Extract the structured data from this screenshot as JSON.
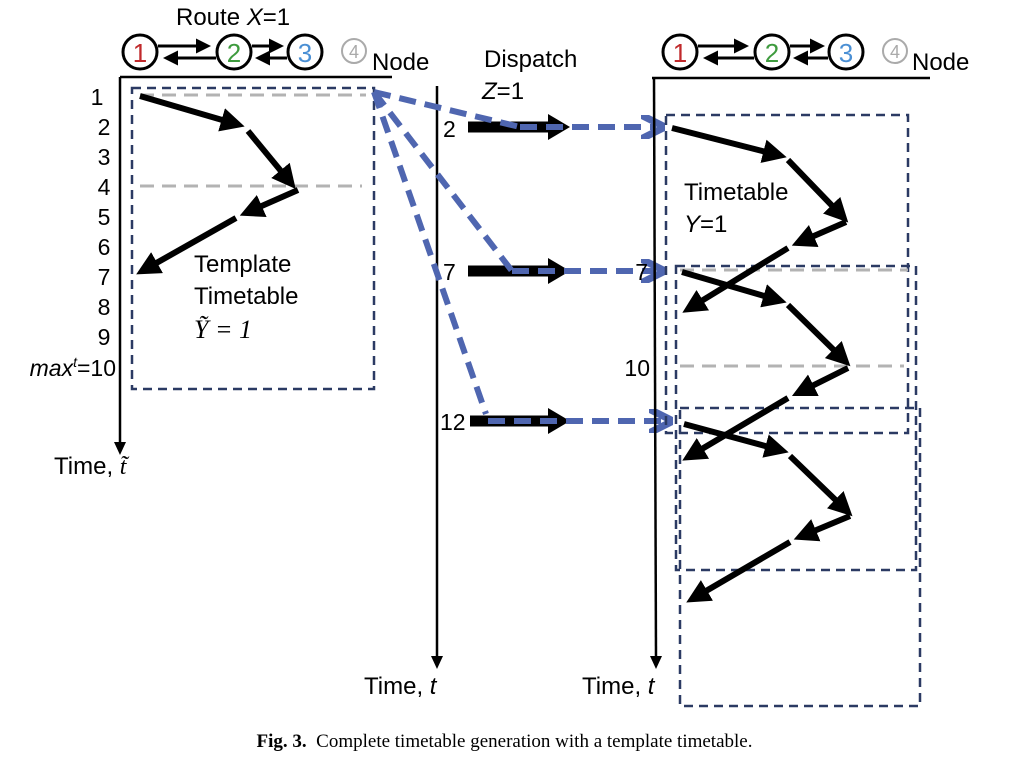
{
  "figure": {
    "route_title_prefix": "Route ",
    "route_title_var": "X",
    "route_title_eq": "=1",
    "node_label": "Node",
    "nodes": [
      {
        "label": "1",
        "color": "#c0292b"
      },
      {
        "label": "2",
        "color": "#3e9b3e"
      },
      {
        "label": "3",
        "color": "#4a8fd4"
      },
      {
        "label": "4",
        "color": "#aaaaaa"
      }
    ],
    "template_time_ticks": [
      "1",
      "2",
      "3",
      "4",
      "5",
      "6",
      "7",
      "8",
      "9"
    ],
    "max_label_italic": "max",
    "max_label_sup": "t",
    "max_label_rest": "=10",
    "template_axis_label": "Time, ",
    "template_axis_var": "t̃",
    "template_title_line1": "Template",
    "template_title_line2": "Timetable",
    "template_y_formula": "Ỹ = 1",
    "dispatch_line1": "Dispatch",
    "dispatch_var": "Z",
    "dispatch_eq": "=1",
    "dispatch_times": [
      "2",
      "7",
      "12"
    ],
    "middle_axis_label": "Time, ",
    "middle_axis_var": "t",
    "timetable_line1": "Timetable",
    "timetable_var": "Y",
    "timetable_eq": "=1",
    "right_time_ticks": [
      "7",
      "10"
    ],
    "right_axis_label": "Time, ",
    "right_axis_var": "t",
    "colors": {
      "dashed_blue": "#4f66b0",
      "navy_box": "#2b3a63",
      "gray_dash": "#b3b3b3"
    }
  },
  "caption": {
    "label": "Fig. 3.",
    "text": "Complete timetable generation with a template timetable."
  }
}
